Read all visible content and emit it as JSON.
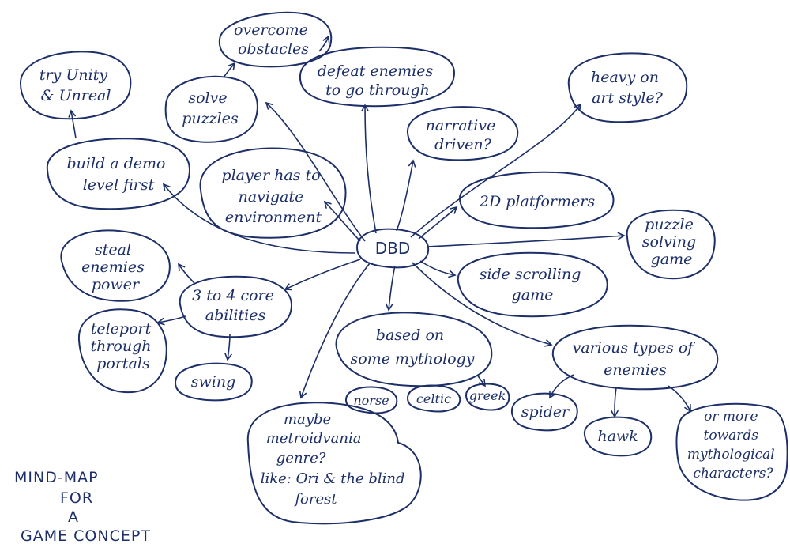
{
  "title": {
    "lines": [
      "MIND-MAP",
      "FOR",
      "A",
      "GAME CONCEPT"
    ]
  },
  "ink_color": "#1d2f68",
  "nodes": [
    {
      "id": "center",
      "lines": [
        "DBD"
      ]
    },
    {
      "id": "overcome",
      "lines": [
        "overcome",
        "obstacles"
      ]
    },
    {
      "id": "defeat",
      "lines": [
        "defeat enemies",
        "to go through"
      ]
    },
    {
      "id": "solve",
      "lines": [
        "solve",
        "puzzles"
      ]
    },
    {
      "id": "unity",
      "lines": [
        "try Unity",
        "& Unreal"
      ]
    },
    {
      "id": "demo",
      "lines": [
        "build a demo",
        "level first"
      ]
    },
    {
      "id": "navigate",
      "lines": [
        "player has to",
        "navigate",
        "environment"
      ]
    },
    {
      "id": "narrative",
      "lines": [
        "narrative",
        "driven?"
      ]
    },
    {
      "id": "art",
      "lines": [
        "heavy on",
        "art style?"
      ]
    },
    {
      "id": "platformer",
      "lines": [
        "2D platformers"
      ]
    },
    {
      "id": "puzzlegame",
      "lines": [
        "puzzle",
        "solving",
        "game"
      ]
    },
    {
      "id": "sidescroll",
      "lines": [
        "side scrolling",
        "game"
      ]
    },
    {
      "id": "steal",
      "lines": [
        "steal",
        "enemies",
        "power"
      ]
    },
    {
      "id": "core",
      "lines": [
        "3 to 4 core",
        "abilities"
      ]
    },
    {
      "id": "teleport",
      "lines": [
        "teleport",
        "through",
        "portals"
      ]
    },
    {
      "id": "swing",
      "lines": [
        "swing"
      ]
    },
    {
      "id": "mythology",
      "lines": [
        "based on",
        "some mythology"
      ]
    },
    {
      "id": "norse",
      "lines": [
        "norse"
      ]
    },
    {
      "id": "celtic",
      "lines": [
        "celtic"
      ]
    },
    {
      "id": "greek",
      "lines": [
        "greek"
      ]
    },
    {
      "id": "enemies",
      "lines": [
        "various types of",
        "enemies"
      ]
    },
    {
      "id": "spider",
      "lines": [
        "spider"
      ]
    },
    {
      "id": "hawk",
      "lines": [
        "hawk"
      ]
    },
    {
      "id": "mythchar",
      "lines": [
        "or more",
        "towards",
        "mythological",
        "characters?"
      ]
    },
    {
      "id": "metroidvania",
      "lines": [
        "maybe",
        "metroidvania",
        "genre?",
        "like: Ori & the blind",
        "forest"
      ]
    }
  ]
}
